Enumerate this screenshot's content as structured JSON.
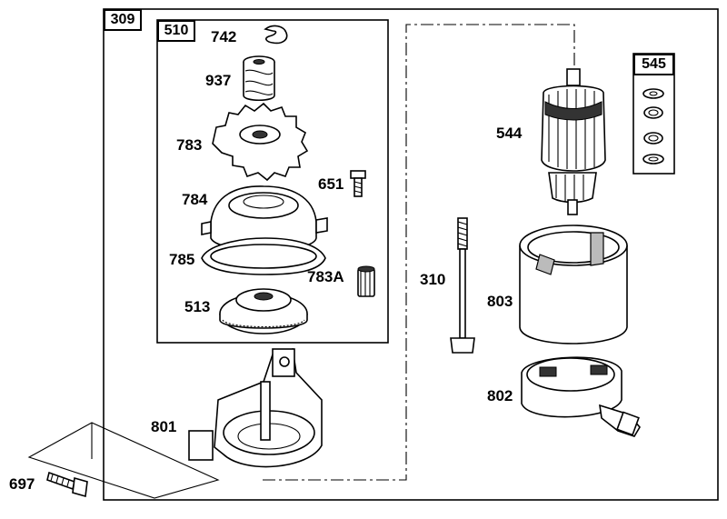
{
  "diagram": {
    "assembly_tags": {
      "starter": "309",
      "drive_kit": "510",
      "washer_kit": "545"
    },
    "part_labels": {
      "p742": "742",
      "p937": "937",
      "p783": "783",
      "p651": "651",
      "p784": "784",
      "p785": "785",
      "p783a": "783A",
      "p513": "513",
      "p544": "544",
      "p310": "310",
      "p803": "803",
      "p802": "802",
      "p801": "801",
      "p697": "697"
    }
  }
}
